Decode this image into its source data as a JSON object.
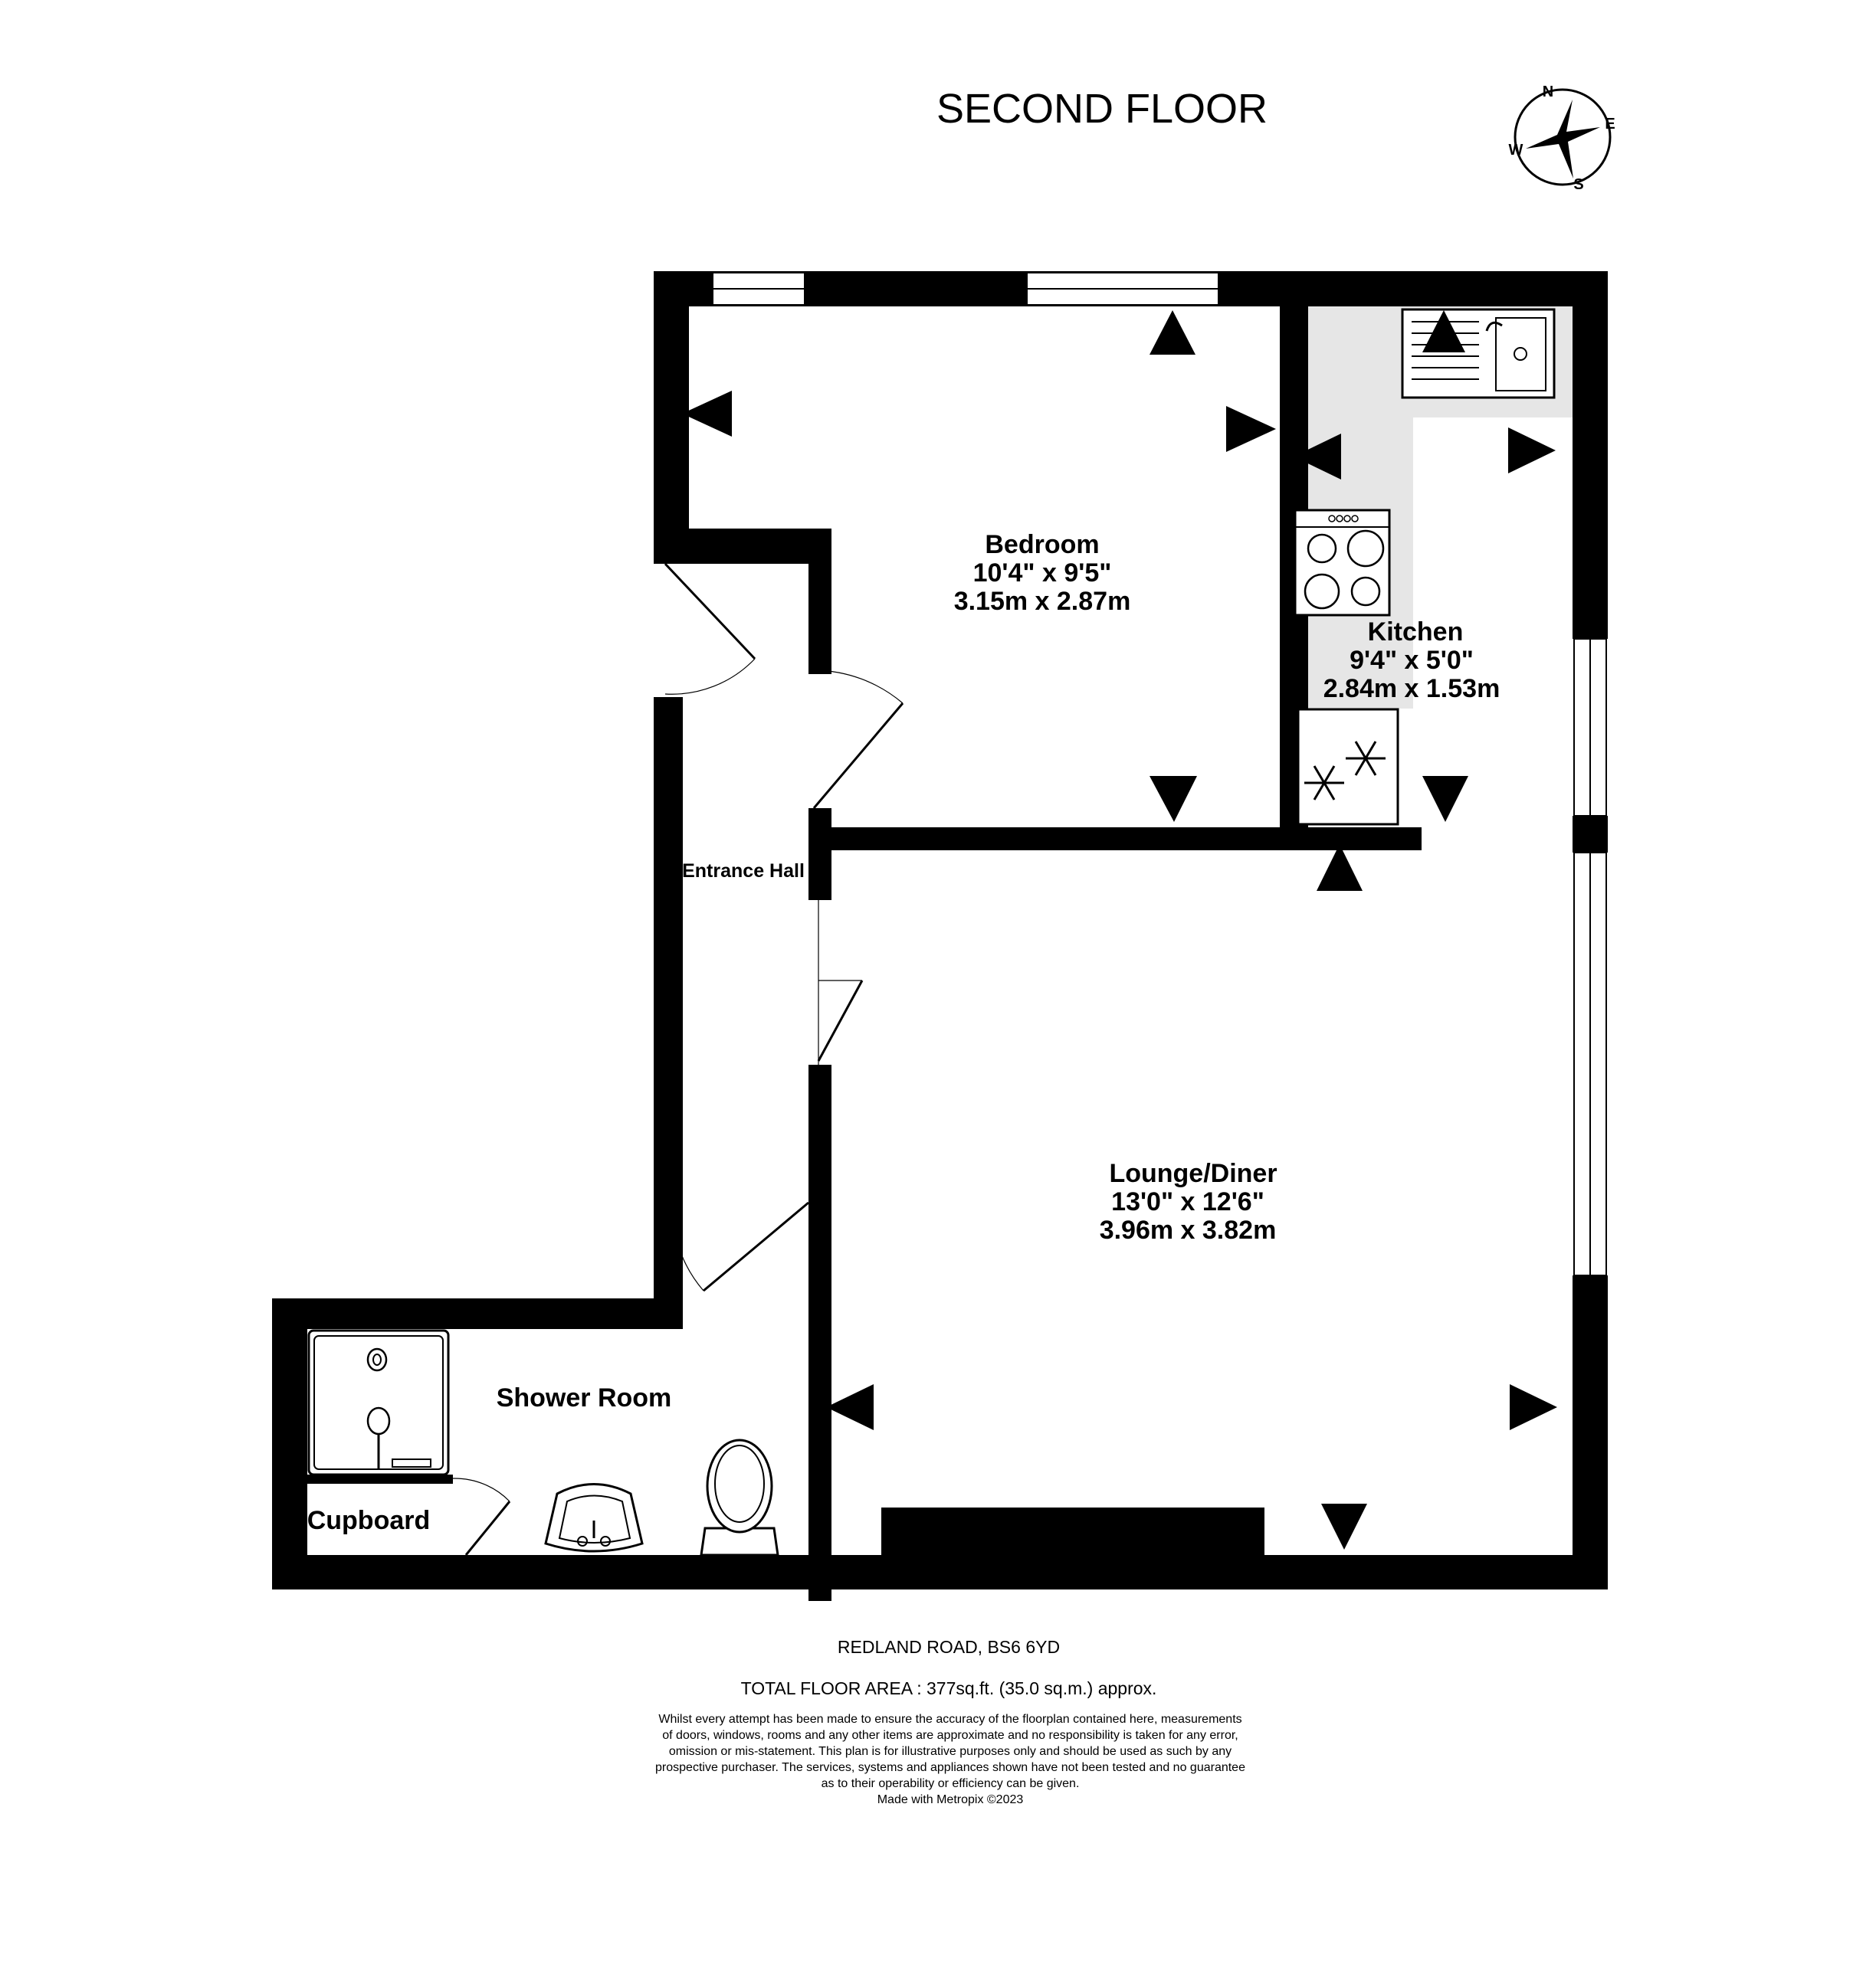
{
  "title": "SECOND FLOOR",
  "compass": {
    "n": "N",
    "e": "E",
    "s": "S",
    "w": "W"
  },
  "rooms": {
    "bedroom": {
      "name": "Bedroom",
      "imperial": "10'4\"  x 9'5\"",
      "metric": "3.15m  x 2.87m"
    },
    "kitchen": {
      "name": "Kitchen",
      "imperial": "9'4\"  x 5'0\"",
      "metric": "2.84m  x 1.53m"
    },
    "lounge": {
      "name": "Lounge/Diner",
      "imperial": "13'0\"  x 12'6\"",
      "metric": "3.96m  x 3.82m"
    },
    "hall": {
      "name": "Entrance Hall"
    },
    "shower": {
      "name": "Shower Room"
    },
    "cupboard": {
      "name": "Cupboard"
    }
  },
  "footer": {
    "address": "REDLAND ROAD, BS6 6YD",
    "area": "TOTAL FLOOR AREA : 377sq.ft. (35.0 sq.m.) approx.",
    "disclaimer": [
      "Whilst every attempt has been made to ensure the accuracy of the floorplan contained here, measurements",
      "of doors, windows, rooms and any other items are approximate and no responsibility is taken for any error,",
      "omission or mis-statement. This plan is for illustrative purposes only and should be used as such by any",
      "prospective purchaser. The services, systems and appliances shown have not been tested and no guarantee",
      "as to their operability or efficiency can be given.",
      "Made with Metropix ©2023"
    ]
  }
}
